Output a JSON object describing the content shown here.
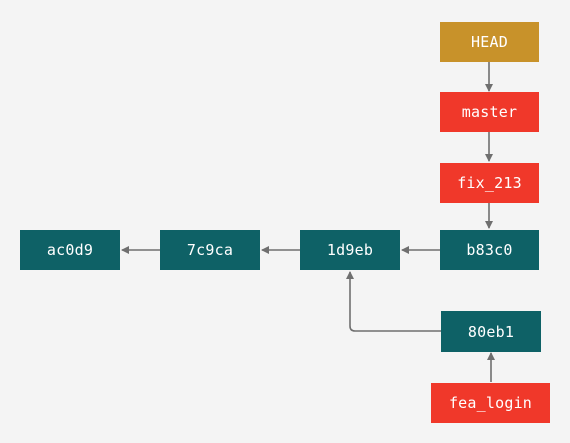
{
  "colors": {
    "background": "#f4f4f4",
    "head_ref": "#c8922a",
    "branch_ref": "#f0382a",
    "commit": "#0e6166",
    "arrow": "#6f6f6f",
    "text": "#ffffff"
  },
  "refs": {
    "head": "HEAD",
    "master": "master",
    "fix_213": "fix_213",
    "fea_login": "fea_login"
  },
  "commits": {
    "ac0d9": "ac0d9",
    "c7c9ca": "7c9ca",
    "d1d9eb": "1d9eb",
    "b83c0": "b83c0",
    "e80eb1": "80eb1"
  }
}
